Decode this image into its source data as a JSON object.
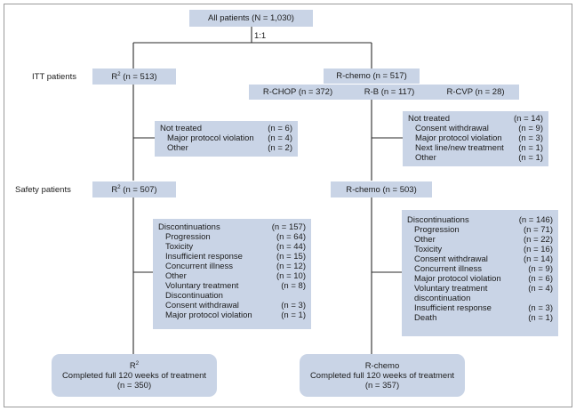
{
  "top_box": "All patients (N = 1,030)",
  "randomization": "1:1",
  "row_labels": {
    "itt": "ITT patients",
    "safety": "Safety patients"
  },
  "left_arm": {
    "itt_box": {
      "name": "R",
      "sup": "2",
      "count": "(n = 513)"
    },
    "not_treated": [
      {
        "label": "Not treated",
        "n": "(n = 6)"
      },
      {
        "label": "Major protocol violation",
        "n": "(n = 4)"
      },
      {
        "label": "Other",
        "n": "(n = 2)"
      }
    ],
    "safety_box": {
      "name": "R",
      "sup": "2",
      "count": "(n = 507)"
    },
    "discontinuations": [
      {
        "label": "Discontinuations",
        "n": "(n = 157)",
        "indent": false
      },
      {
        "label": "Progression",
        "n": "(n = 64)",
        "indent": true
      },
      {
        "label": "Toxicity",
        "n": "(n = 44)",
        "indent": true
      },
      {
        "label": "Insufficient response",
        "n": "(n = 15)",
        "indent": true
      },
      {
        "label": "Concurrent illness",
        "n": "(n = 12)",
        "indent": true
      },
      {
        "label": "Other",
        "n": "(n = 10)",
        "indent": true
      },
      {
        "label": "Voluntary treatment",
        "n": "(n = 8)",
        "indent": true
      },
      {
        "label": "Discontinuation",
        "n": "",
        "indent": true
      },
      {
        "label": "Consent withdrawal",
        "n": "(n = 3)",
        "indent": true
      },
      {
        "label": "Major protocol violation",
        "n": "(n = 1)",
        "indent": true
      }
    ],
    "completed": {
      "name": "R",
      "sup": "2",
      "text": "Completed full 120 weeks of treatment",
      "count": "(n = 350)"
    }
  },
  "right_arm": {
    "itt_box": "R-chemo (n = 517)",
    "subgroups": [
      "R-CHOP (n = 372)",
      "R-B (n = 117)",
      "R-CVP (n = 28)"
    ],
    "not_treated": [
      {
        "label": "Not treated",
        "n": "(n = 14)",
        "indent": false
      },
      {
        "label": "Consent withdrawal",
        "n": "(n = 9)",
        "indent": true
      },
      {
        "label": "Major protocol violation",
        "n": "(n = 3)",
        "indent": true
      },
      {
        "label": "Next line/new treatment",
        "n": "(n = 1)",
        "indent": true
      },
      {
        "label": "Other",
        "n": "(n = 1)",
        "indent": true
      }
    ],
    "safety_box": "R-chemo (n = 503)",
    "discontinuations": [
      {
        "label": "Discontinuations",
        "n": "(n = 146)",
        "indent": false
      },
      {
        "label": "Progression",
        "n": "(n = 71)",
        "indent": true
      },
      {
        "label": "Other",
        "n": "(n = 22)",
        "indent": true
      },
      {
        "label": "Toxicity",
        "n": "(n = 16)",
        "indent": true
      },
      {
        "label": "Consent withdrawal",
        "n": "(n = 14)",
        "indent": true
      },
      {
        "label": "Concurrent illness",
        "n": "(n = 9)",
        "indent": true
      },
      {
        "label": "Major protocol violation",
        "n": "(n = 6)",
        "indent": true
      },
      {
        "label": "Voluntary treatment",
        "n": "(n = 4)",
        "indent": true
      },
      {
        "label": "discontinuation",
        "n": "",
        "indent": true
      },
      {
        "label": "Insufficient response",
        "n": "(n = 3)",
        "indent": true
      },
      {
        "label": "Death",
        "n": "(n = 1)",
        "indent": true
      }
    ],
    "completed": {
      "name": "R-chemo",
      "text": "Completed full 120 weeks of treatment",
      "count": "(n = 357)"
    }
  }
}
